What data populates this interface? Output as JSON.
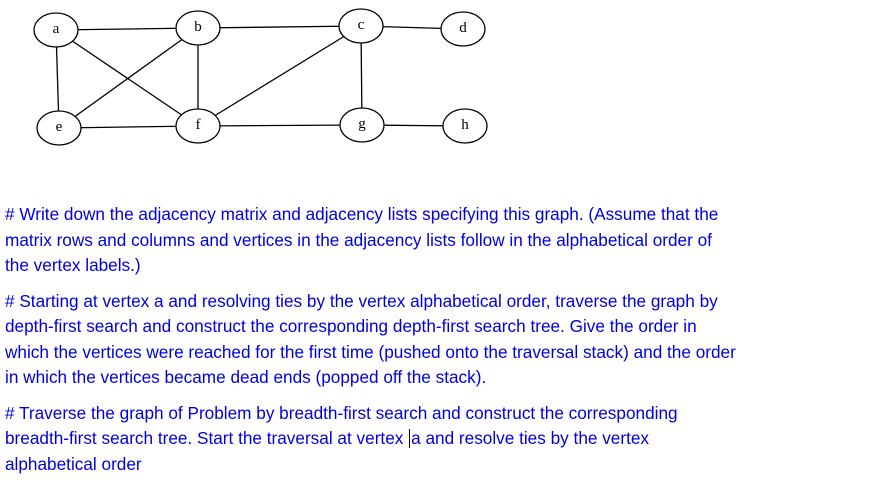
{
  "graph": {
    "vertices": [
      {
        "id": "a",
        "label": "a"
      },
      {
        "id": "b",
        "label": "b"
      },
      {
        "id": "c",
        "label": "c"
      },
      {
        "id": "d",
        "label": "d"
      },
      {
        "id": "e",
        "label": "e"
      },
      {
        "id": "f",
        "label": "f"
      },
      {
        "id": "g",
        "label": "g"
      },
      {
        "id": "h",
        "label": "h"
      }
    ],
    "edges": [
      [
        "a",
        "b"
      ],
      [
        "a",
        "e"
      ],
      [
        "a",
        "f"
      ],
      [
        "b",
        "c"
      ],
      [
        "b",
        "e"
      ],
      [
        "b",
        "f"
      ],
      [
        "c",
        "d"
      ],
      [
        "c",
        "f"
      ],
      [
        "c",
        "g"
      ],
      [
        "e",
        "f"
      ],
      [
        "f",
        "g"
      ],
      [
        "g",
        "h"
      ]
    ]
  },
  "questions": {
    "q1": {
      "lines": [
        "# Write down the adjacency matrix and adjacency lists specifying this graph. (Assume that the",
        "matrix rows and columns and vertices in the adjacency lists follow in the alphabetical order of",
        "the vertex labels.)"
      ]
    },
    "q2": {
      "lines": [
        "# Starting at vertex a and resolving ties by the vertex alphabetical order, traverse the graph by",
        "depth-first search and construct the corresponding depth-first search tree. Give the order in",
        "which the vertices were reached for the first time (pushed onto the traversal stack) and the order",
        "in which the vertices became dead ends (popped off the stack)."
      ]
    },
    "q3": {
      "line1": "# Traverse the graph of Problem  by breadth-first search and construct the corresponding",
      "line2_before_caret": "breadth-first search tree. Start the traversal at vertex ",
      "line2_after_caret": "a and resolve ties by the vertex",
      "line3": "alphabetical order"
    }
  }
}
